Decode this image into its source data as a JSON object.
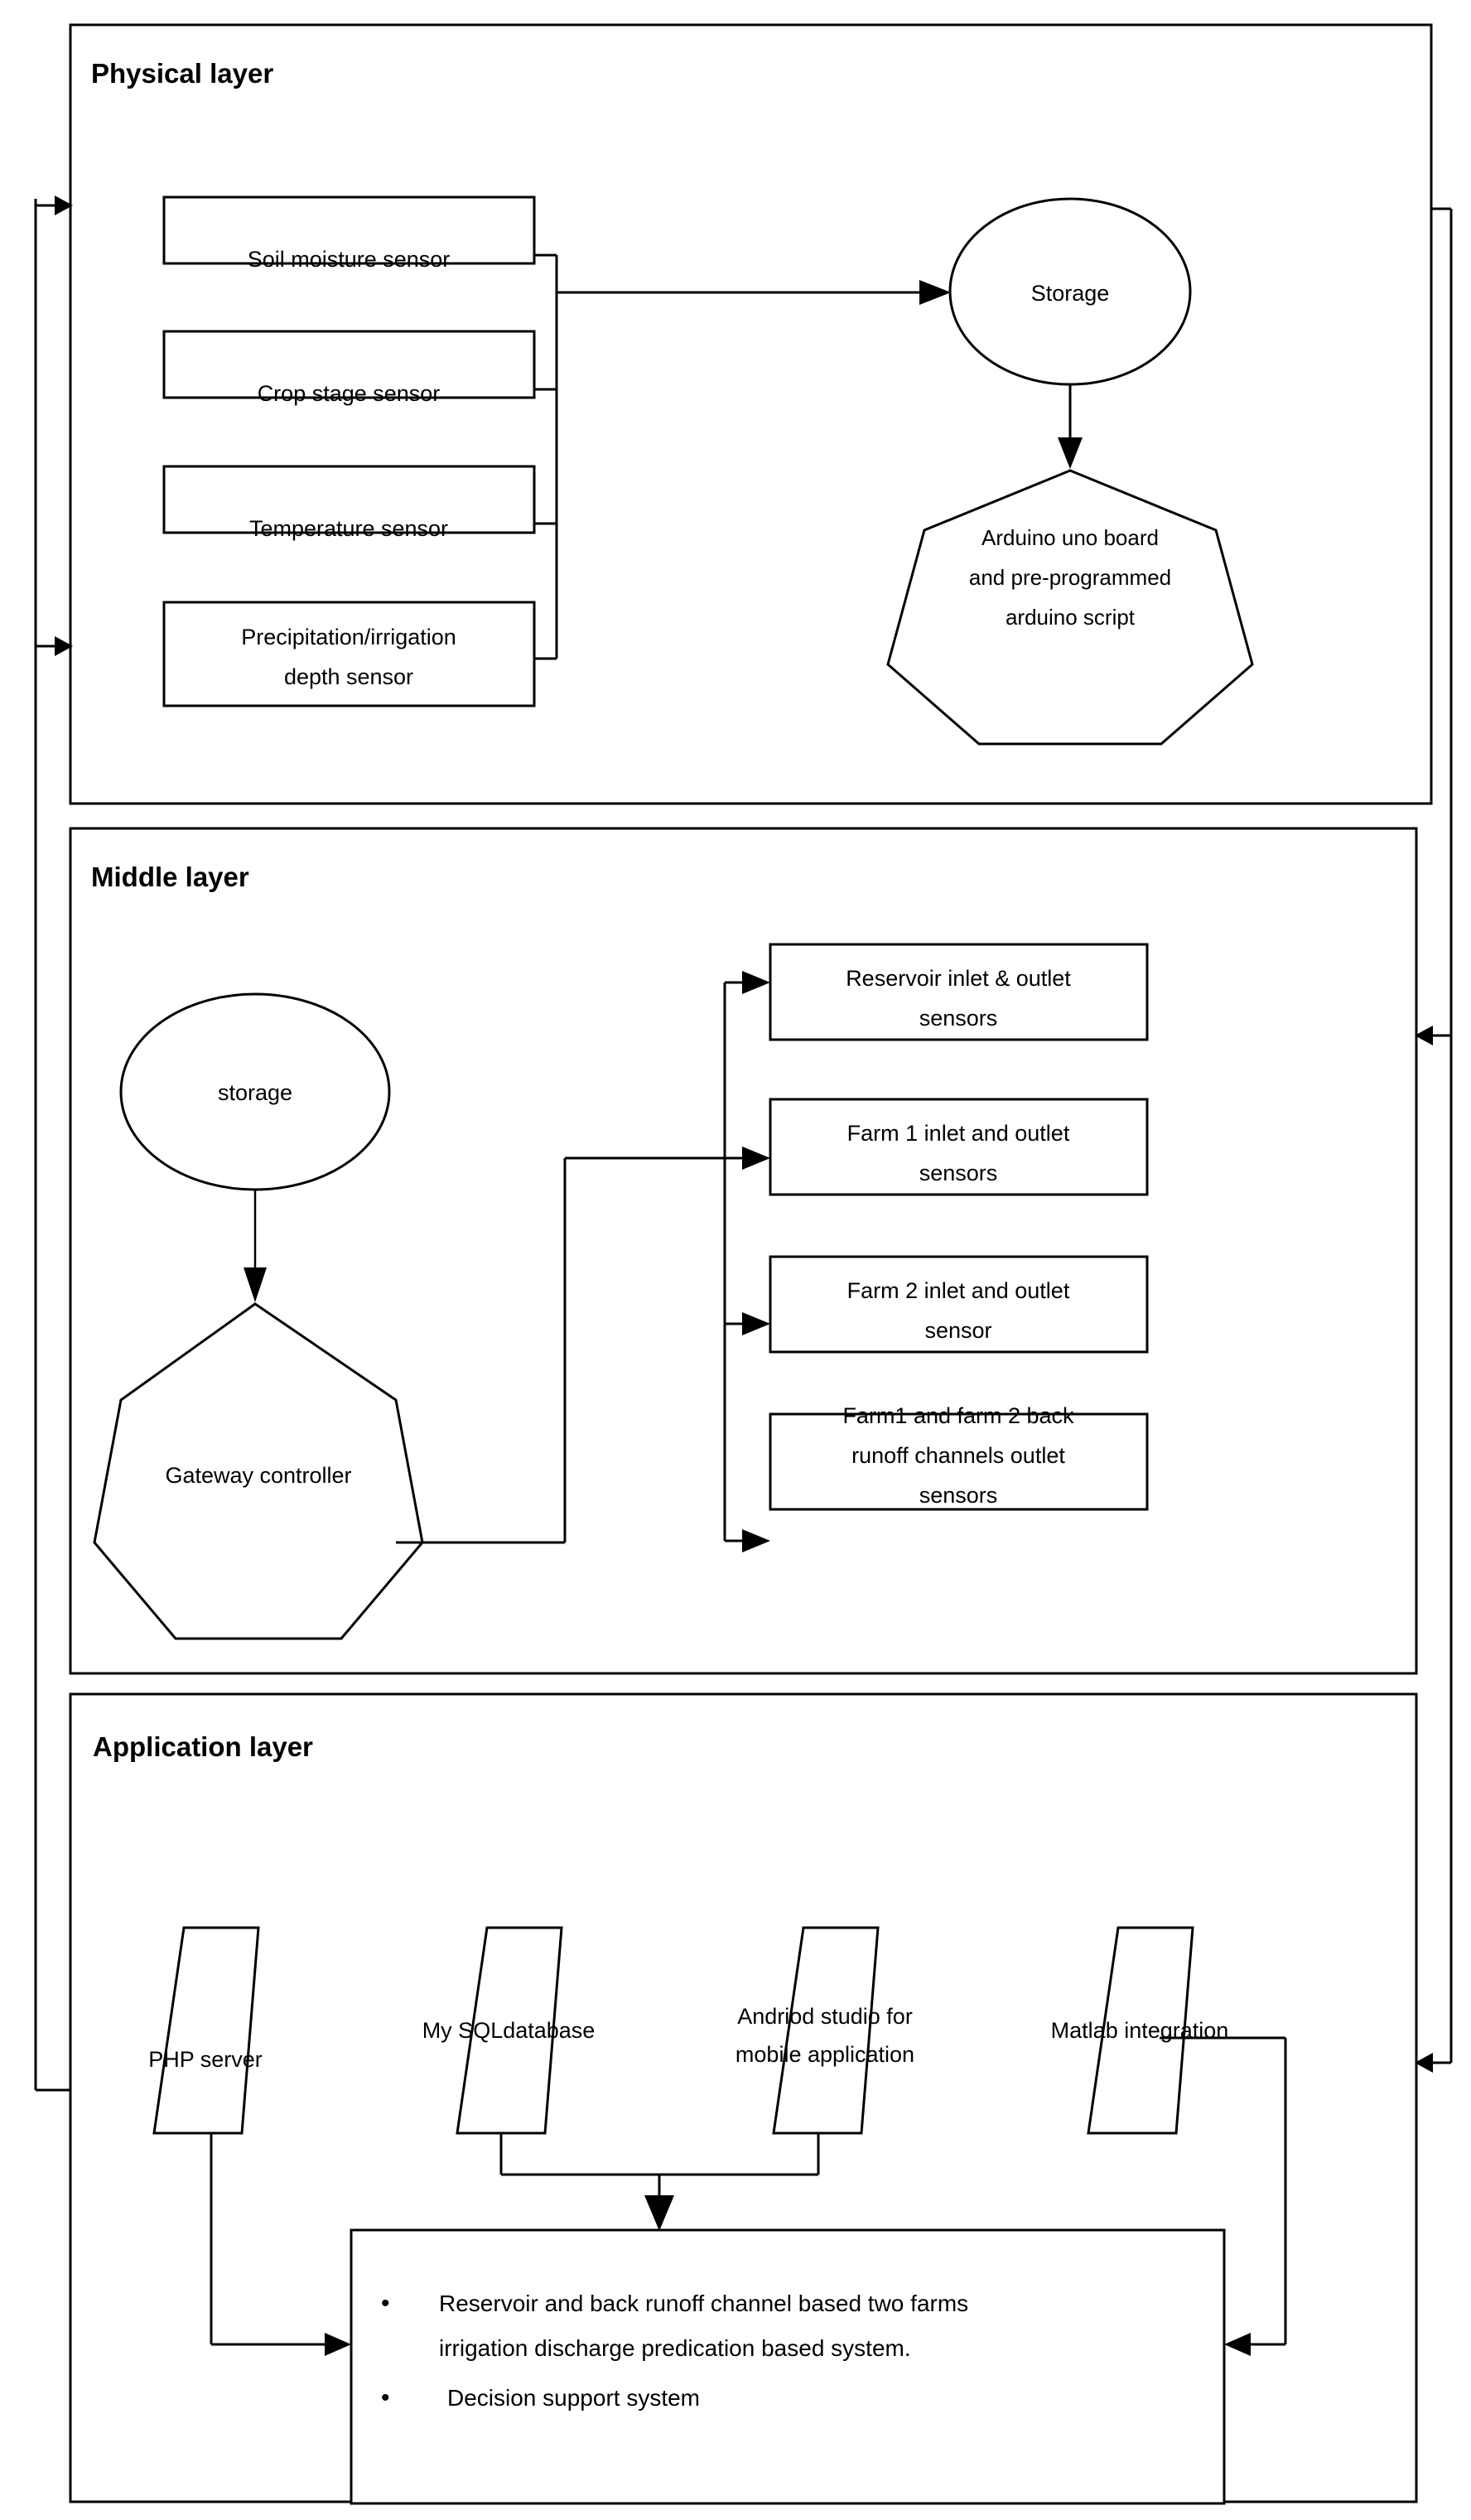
{
  "diagram": {
    "title": "Three layer IoT irrigation system architecture",
    "stroke_color": "#000000",
    "fill_color": "#ffffff",
    "layers": [
      {
        "id": "physical",
        "title": "Physical layer",
        "sensors": [
          {
            "label": "Soil moisture sensor"
          },
          {
            "label": "Crop stage sensor"
          },
          {
            "label": "Temperature sensor"
          },
          {
            "label_line1": "Precipitation/irrigation",
            "label_line2": "depth sensor"
          }
        ],
        "storage_label": "Storage",
        "controller": {
          "line1": "Arduino uno board",
          "line2": "and pre-programmed",
          "line3": "arduino script"
        }
      },
      {
        "id": "middle",
        "title": "Middle layer",
        "storage_label": "storage",
        "gateway_label": "Gateway controller",
        "sensors": [
          {
            "line1": "Reservoir inlet & outlet",
            "line2": "sensors"
          },
          {
            "line1": "Farm 1 inlet and outlet",
            "line2": "sensors"
          },
          {
            "line1": "Farm 2 inlet and outlet",
            "line2": "sensor"
          },
          {
            "line1": "Farm1 and farm 2 back",
            "line2": "runoff channels outlet",
            "line3": "sensors"
          }
        ]
      },
      {
        "id": "application",
        "title": "Application layer",
        "components": [
          {
            "line1": "PHP server",
            "line2": ""
          },
          {
            "line1": "My SQLdatabase",
            "line2": ""
          },
          {
            "line1": "Andriod studio for",
            "line2": "mobile application"
          },
          {
            "line1": "Matlab integration",
            "line2": ""
          }
        ],
        "outcome_bullets": [
          {
            "line1": "Reservoir and back runoff channel based two farms",
            "line2": "irrigation discharge predication based system."
          },
          {
            "line1": "Decision support system",
            "line2": ""
          }
        ],
        "bullet_glyph": "•"
      }
    ]
  }
}
